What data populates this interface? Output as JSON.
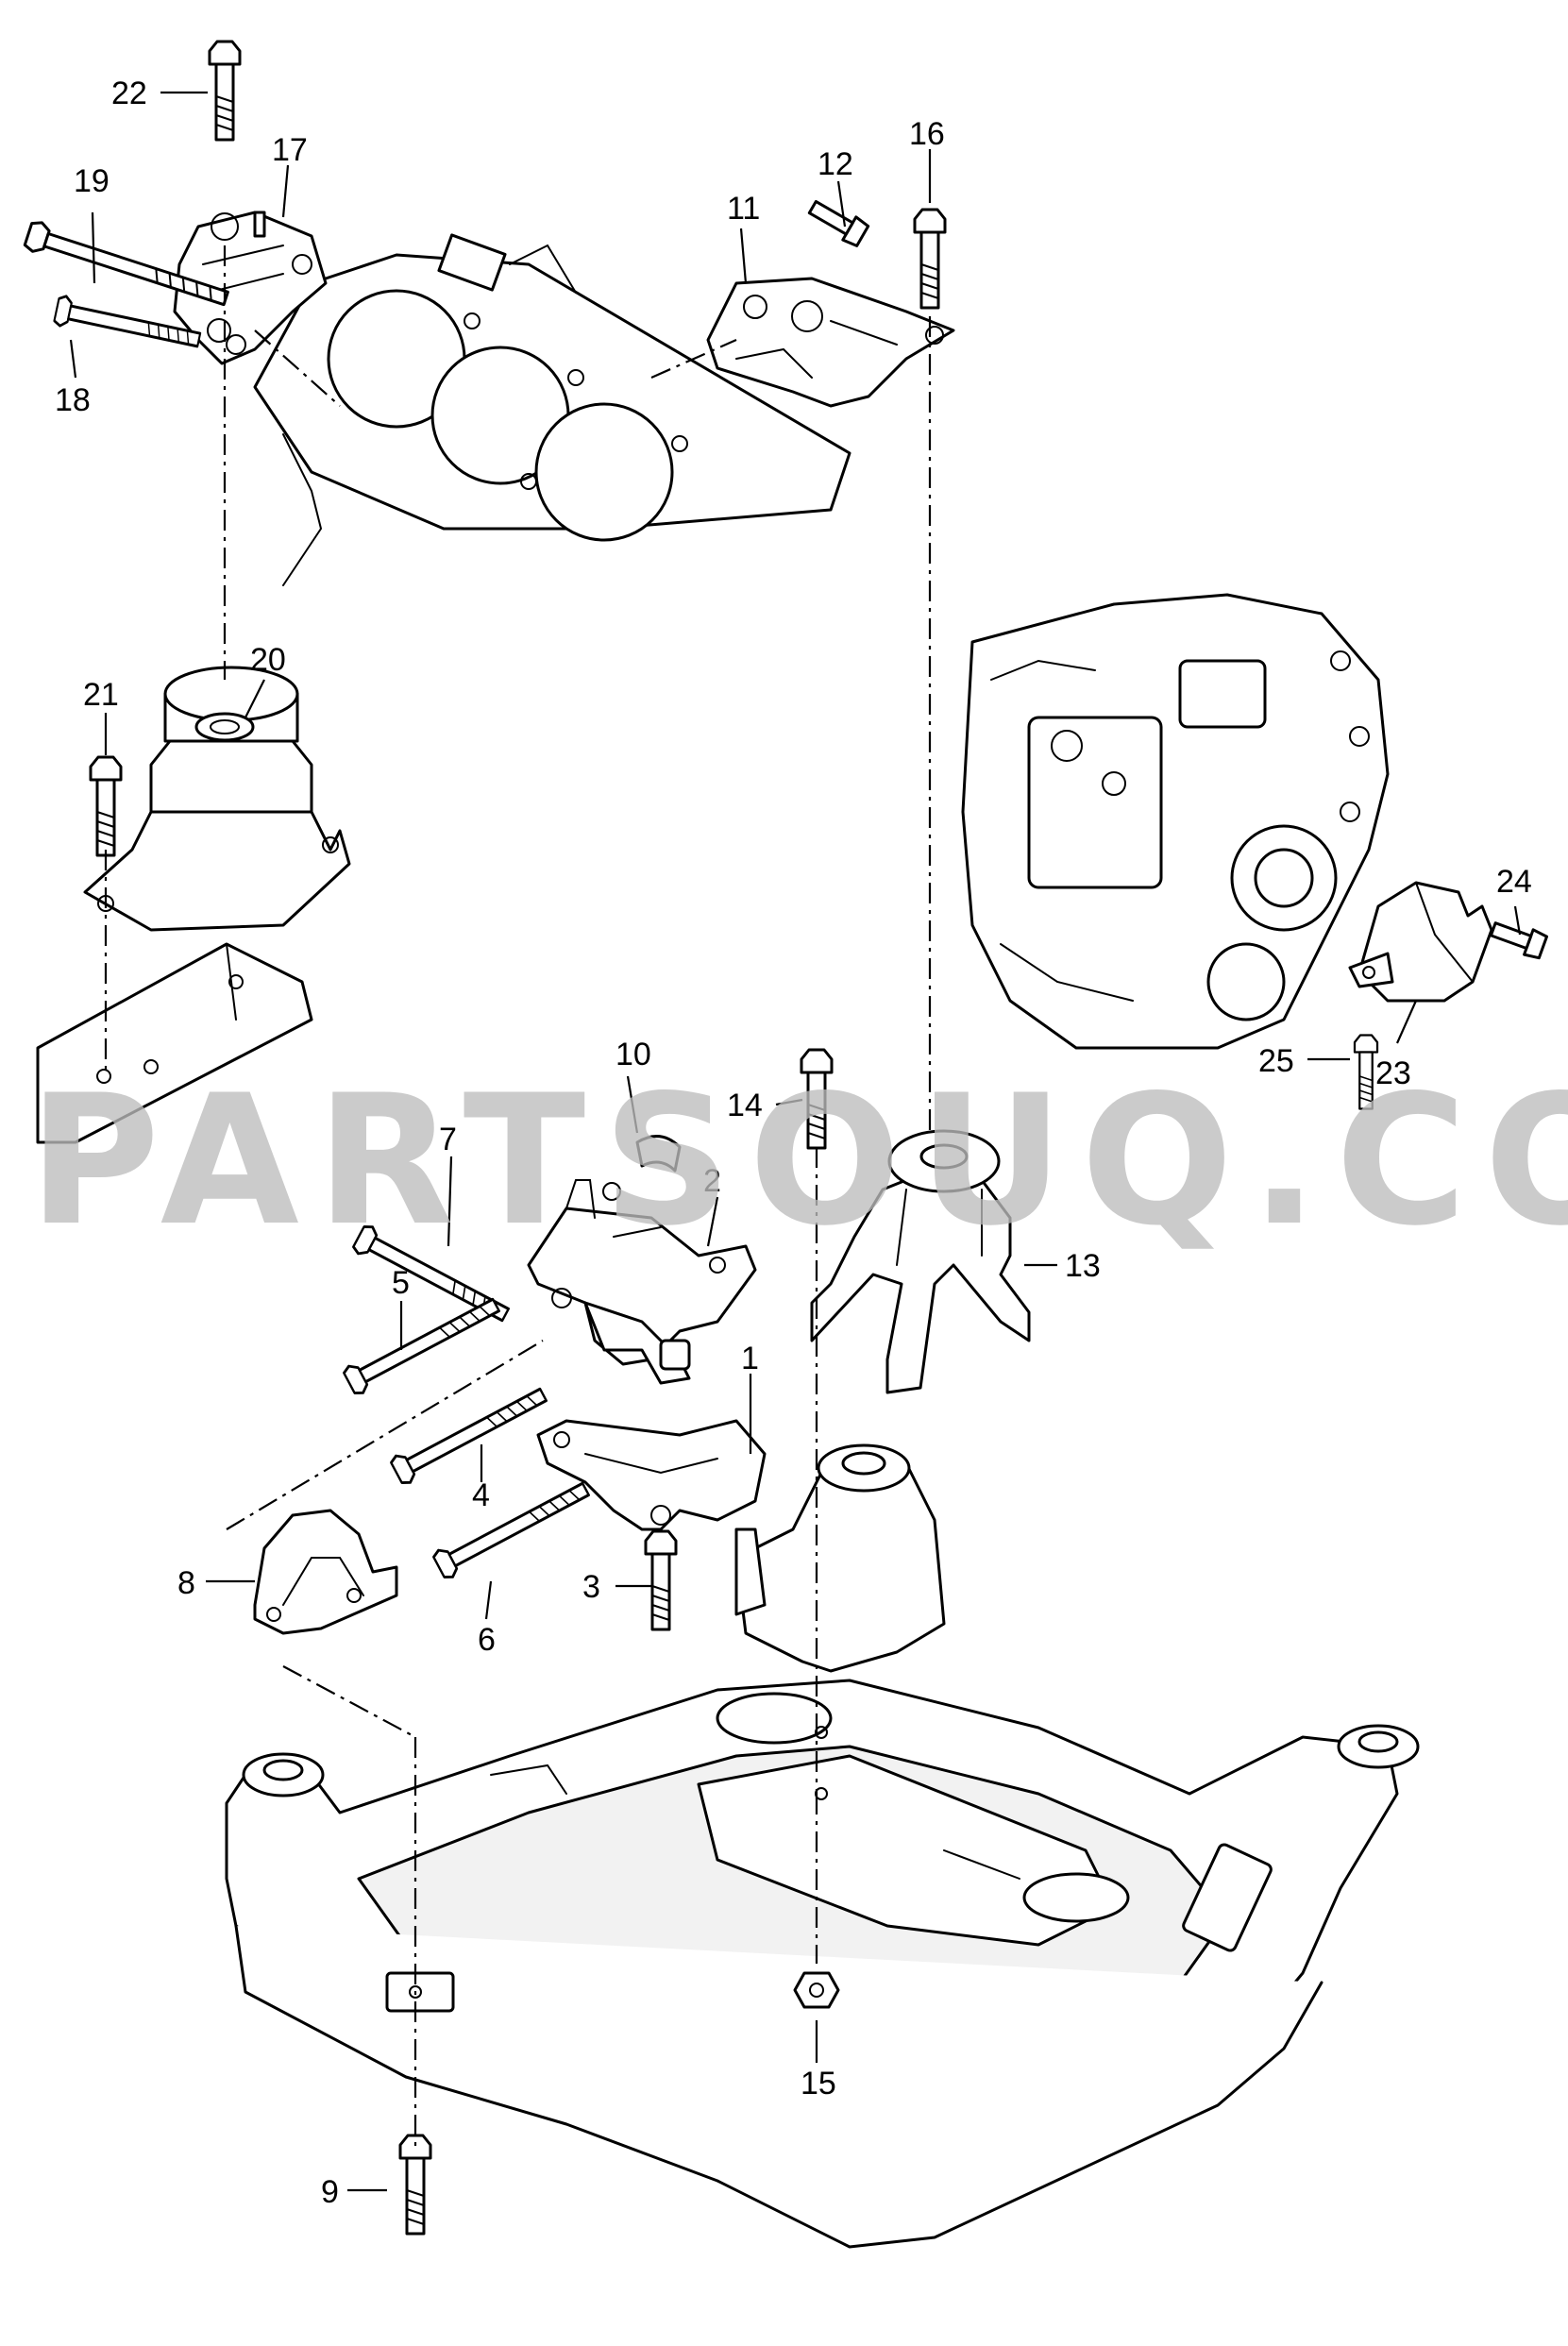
{
  "watermark": "PARTSOUQ.COM",
  "callouts": [
    {
      "id": "1",
      "label": "1"
    },
    {
      "id": "2",
      "label": "2"
    },
    {
      "id": "3",
      "label": "3"
    },
    {
      "id": "4",
      "label": "4"
    },
    {
      "id": "5",
      "label": "5"
    },
    {
      "id": "6",
      "label": "6"
    },
    {
      "id": "7",
      "label": "7"
    },
    {
      "id": "8",
      "label": "8"
    },
    {
      "id": "9",
      "label": "9"
    },
    {
      "id": "10",
      "label": "10"
    },
    {
      "id": "11",
      "label": "11"
    },
    {
      "id": "12",
      "label": "12"
    },
    {
      "id": "13",
      "label": "13"
    },
    {
      "id": "14",
      "label": "14"
    },
    {
      "id": "15",
      "label": "15"
    },
    {
      "id": "16",
      "label": "16"
    },
    {
      "id": "17",
      "label": "17"
    },
    {
      "id": "18",
      "label": "18"
    },
    {
      "id": "19",
      "label": "19"
    },
    {
      "id": "20",
      "label": "20"
    },
    {
      "id": "21",
      "label": "21"
    },
    {
      "id": "22",
      "label": "22"
    },
    {
      "id": "23",
      "label": "23"
    },
    {
      "id": "24",
      "label": "24"
    },
    {
      "id": "25",
      "label": "25"
    }
  ]
}
